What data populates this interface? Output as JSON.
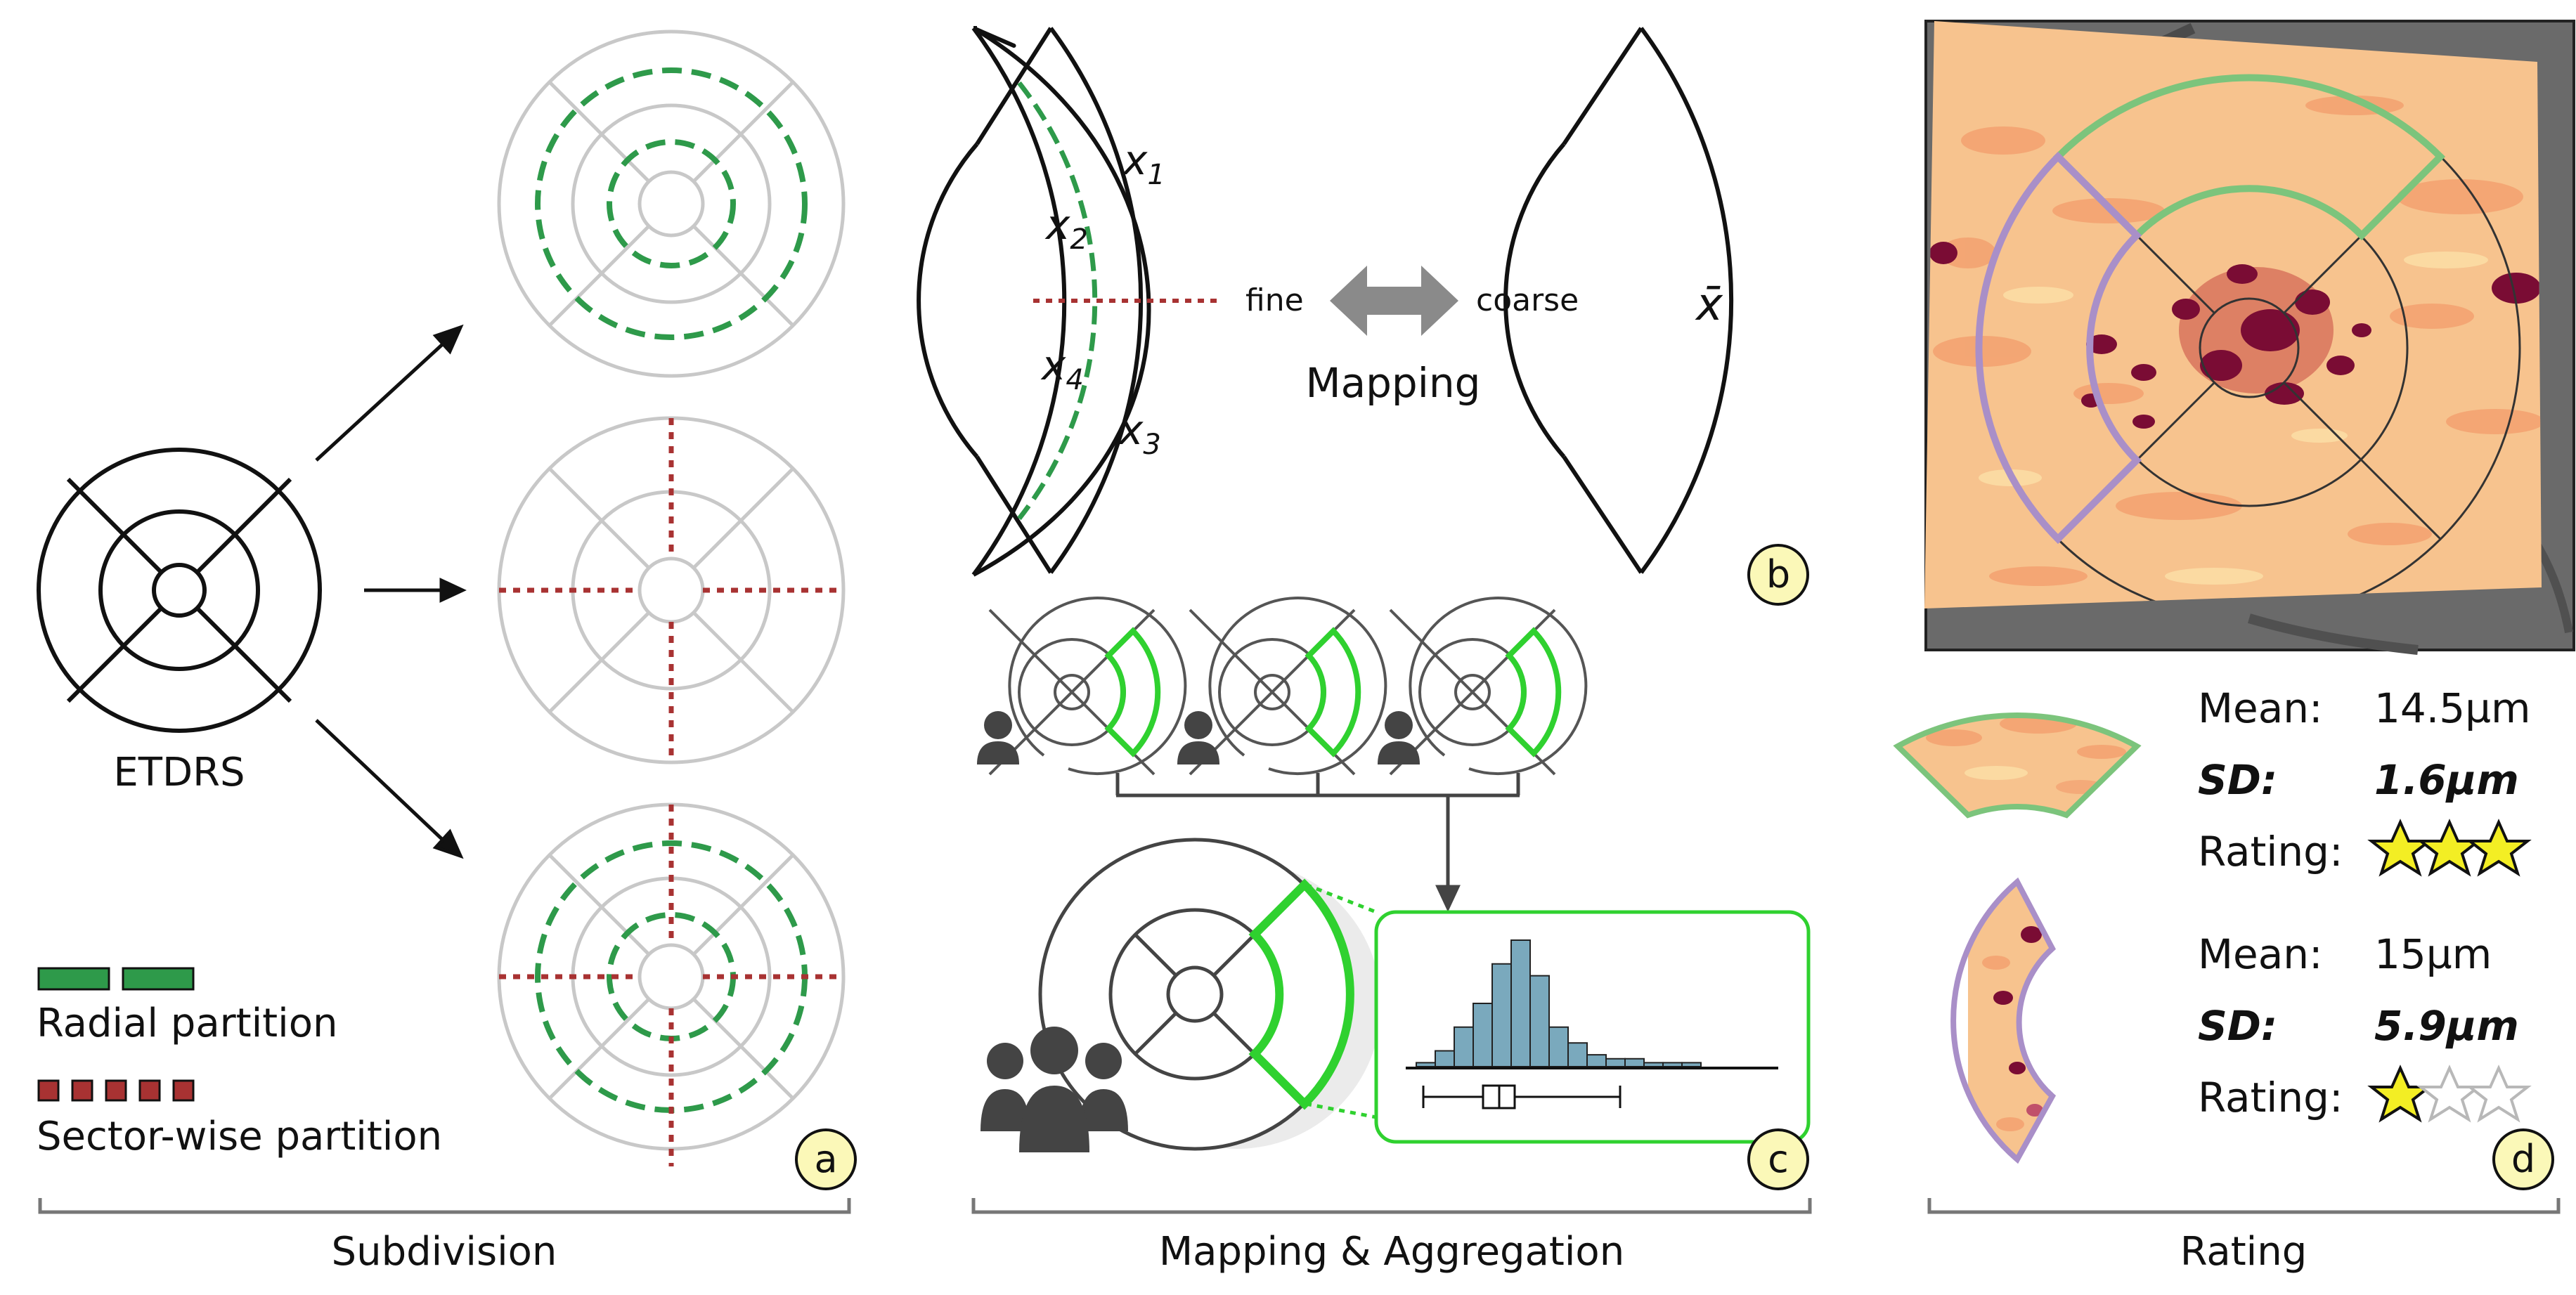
{
  "panels": {
    "a": {
      "badge": "a",
      "etdrs_label": "ETDRS",
      "legend": {
        "radial": "Radial partition",
        "sector": "Sector-wise partition"
      },
      "caption": "Subdivision"
    },
    "b": {
      "badge": "b",
      "fine": "fine",
      "coarse": "coarse",
      "mapping": "Mapping",
      "subregions": [
        "x1",
        "x2",
        "x3",
        "x4"
      ],
      "aggregate": "x̄"
    },
    "c": {
      "badge": "c",
      "caption": "Mapping & Aggregation"
    },
    "d": {
      "badge": "d",
      "caption": "Rating",
      "regions": [
        {
          "mean_label": "Mean:",
          "mean": "14.5µm",
          "sd_label": "SD:",
          "sd": "1.6µm",
          "rating_label": "Rating:",
          "stars": 3,
          "max_stars": 3
        },
        {
          "mean_label": "Mean:",
          "mean": "15µm",
          "sd_label": "SD:",
          "sd": "5.9µm",
          "rating_label": "Rating:",
          "stars": 1,
          "max_stars": 3
        }
      ]
    }
  },
  "histogram": {
    "counts": [
      1,
      4,
      10,
      16,
      26,
      32,
      23,
      10,
      6,
      3,
      2,
      2,
      1,
      1,
      1
    ]
  },
  "colors": {
    "radial_green": "#2e9a4a",
    "sector_red": "#a83232",
    "highlight_green": "#2fd12f",
    "grey_ring": "#c8c8c8",
    "hist_bar": "#7aa9bd",
    "region_outline_green": "#7cc47c",
    "region_outline_purple": "#a98fc8",
    "star_yellow": "#f3ee24",
    "badge_fill": "#fbf8b8"
  }
}
